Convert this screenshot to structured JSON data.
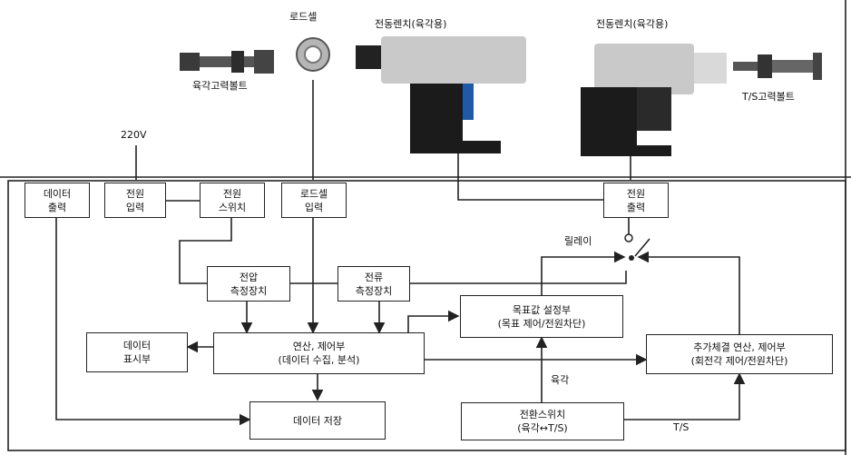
{
  "labels": {
    "top_220v": "220V",
    "loadcell": "로드셀",
    "wrench_shear": "전동렌치(육각용)",
    "wrench_ts": "전동렌치(육각용)",
    "bolt_shear": "육각고력볼트",
    "bolt_ts": "T/S고력볼트",
    "relay": "릴레이",
    "hex_arrow": "육각",
    "ts_arrow": "T/S"
  },
  "boxes": {
    "data_out": [
      "데이터",
      "출력"
    ],
    "power_in": [
      "전원",
      "입력"
    ],
    "power_sw": [
      "전원",
      "스위치"
    ],
    "loadcell_in": [
      "로드셀",
      "입력"
    ],
    "power_out": [
      "전원",
      "출력"
    ],
    "volt": [
      "전압",
      "측정장치"
    ],
    "curr": [
      "전류",
      "측정장치"
    ],
    "target": [
      "목표값 설정부",
      "(목표 제어/전원차단)"
    ],
    "display": [
      "데이터",
      "표시부"
    ],
    "calc": [
      "연산, 제어부",
      "(데이터 수집, 분석)"
    ],
    "addcalc": [
      "추가체결 연산, 제어부",
      "(회전각 제어/전원차단)"
    ],
    "store": [
      "데이터 저장"
    ],
    "switch": [
      "전환스위치",
      "(육각↔T/S)"
    ]
  },
  "colors": {
    "line": "#222222",
    "wrench_body": "#1b1b1b",
    "wrench_head": "#c9c9c9"
  },
  "icons": [
    "hex-bolt-icon",
    "loadcell-icon",
    "wrench-icon",
    "ts-bolt-icon"
  ]
}
